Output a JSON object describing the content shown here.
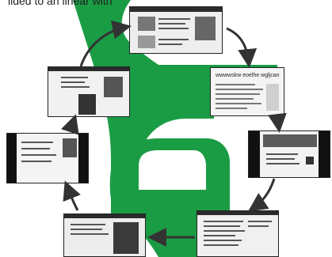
{
  "caption": "ilded to an linear with",
  "thumb_top_header": "wwwwskw eoelhe wgljcan",
  "colors": {
    "accent_green": "#1a9c45",
    "arrow": "#333333",
    "dark": "#111111"
  },
  "icons": [
    "arrow-right",
    "arrow-down",
    "arrow-left",
    "arrow-up"
  ]
}
